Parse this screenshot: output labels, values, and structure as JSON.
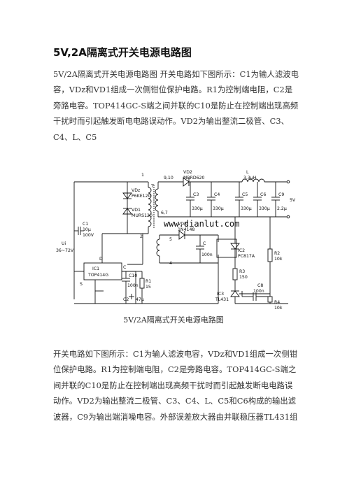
{
  "doc": {
    "title": "5V,2A隔离式开关电源电路图",
    "intro": "5V/2A隔离式开关电源电路图 开关电路如下图所示：C1为输人滤波电容，VDz和VD1组成一次侧钳位保护电路。R1为控制端电阻，C2是旁路电容。TOP414GC-S端之间并联的C10是防止在控制端出现高频干扰时而引起触发断电电路误动作。VD2为输出整流二极管、C3、C4、L、C5",
    "caption": "5V/2A隔离式开关电源电路图",
    "body": "开关电路如下图所示：C1为输人滤波电容，VDz和VD1组成一次侧钳位保护电路。R1为控制端电阻，C2是旁路电容。TOP414GC-S端之间并联的C10是防止在控制端出现高频干扰时而引起触发断电电路误动作。VD2为输出整流二极管、C3、C4、L、C5和C6构成的输出滤波器，C9为输出端消噪电容。外部误差放大器由并联稳压器TL431组"
  },
  "circuit": {
    "watermark": "www.dianlut.com",
    "labels": {
      "vdz": "VDz",
      "vdz_part": "P6KE120",
      "vd1": "VD1",
      "vd1_part": "MURS120",
      "c1": "C1",
      "c1_val": "10μ",
      "c1_v": "100V",
      "ui": "Ui",
      "ui_range": "36~72V",
      "t": "T",
      "n1": "1",
      "n2": "2",
      "n4": "4",
      "n5": "5",
      "n67": "6,7",
      "n910": "9,10",
      "vd2": "VD2",
      "vd2_part": "MBRD620",
      "l": "L",
      "l_val": "3.3μH",
      "c3": "C3",
      "c3_val": "330μ",
      "c4": "C4",
      "c4_val": "330μ",
      "c5": "C5",
      "c5_val": "330μ",
      "c6": "C6",
      "c6_val": "330μ",
      "c9": "C9",
      "c9_val": "2.2μ",
      "out": "5V",
      "vd3": "VD3",
      "vd3_part": "1N4148",
      "c2x": "C",
      "c2x_val": "100n",
      "ic1": "IC1",
      "ic1_part": "TOP414G",
      "pin_d": "D",
      "pin_c": "C",
      "pin_s": "S",
      "c10": "C10",
      "c10_val": "100n",
      "r1": "R1",
      "r1_val": "15",
      "c2": "C2",
      "c2_val": "47μ",
      "ic2": "IC2",
      "ic2_part": "PC817A",
      "r3": "R3",
      "r3_val": "150",
      "r2": "R2",
      "r2_val": "10k",
      "ic3": "IC3",
      "ic3_part": "TL431",
      "c8": "C8",
      "c8_val": "100n",
      "r4": "R4",
      "r4_val": "10k"
    }
  }
}
